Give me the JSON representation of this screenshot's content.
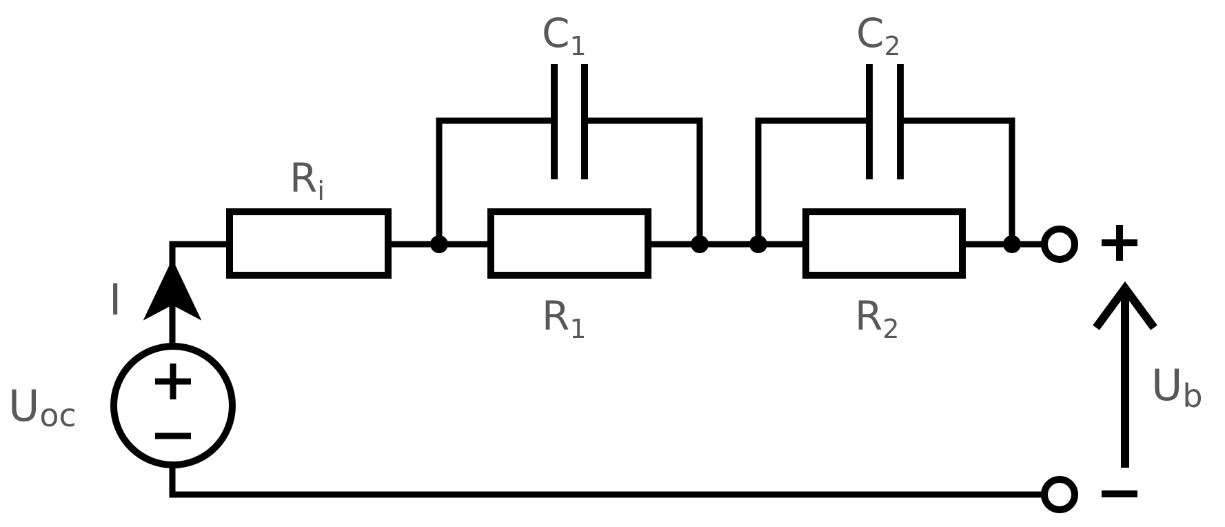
{
  "diagram": {
    "type": "equivalent-circuit",
    "description": "Second-order RC battery equivalent circuit (Thevenin model with two RC pairs)",
    "labels": {
      "source": "U",
      "source_sub": "oc",
      "current": "I",
      "r_internal": "R",
      "r_internal_sub": "i",
      "r1": "R",
      "r1_sub": "1",
      "r2": "R",
      "r2_sub": "2",
      "c1": "C",
      "c1_sub": "1",
      "c2": "C",
      "c2_sub": "2",
      "output_voltage": "U",
      "output_voltage_sub": "b",
      "terminal_plus": "+",
      "terminal_minus": "−",
      "source_plus": "+",
      "source_minus": "−"
    },
    "components": [
      {
        "id": "Uoc",
        "kind": "voltage-source"
      },
      {
        "id": "Ri",
        "kind": "resistor"
      },
      {
        "id": "R1",
        "kind": "resistor",
        "parallel_with": "C1"
      },
      {
        "id": "C1",
        "kind": "capacitor",
        "parallel_with": "R1"
      },
      {
        "id": "R2",
        "kind": "resistor",
        "parallel_with": "C2"
      },
      {
        "id": "C2",
        "kind": "capacitor",
        "parallel_with": "R2"
      }
    ],
    "colors": {
      "wire": "#000000",
      "label": "#585858",
      "background": "#ffffff"
    }
  }
}
